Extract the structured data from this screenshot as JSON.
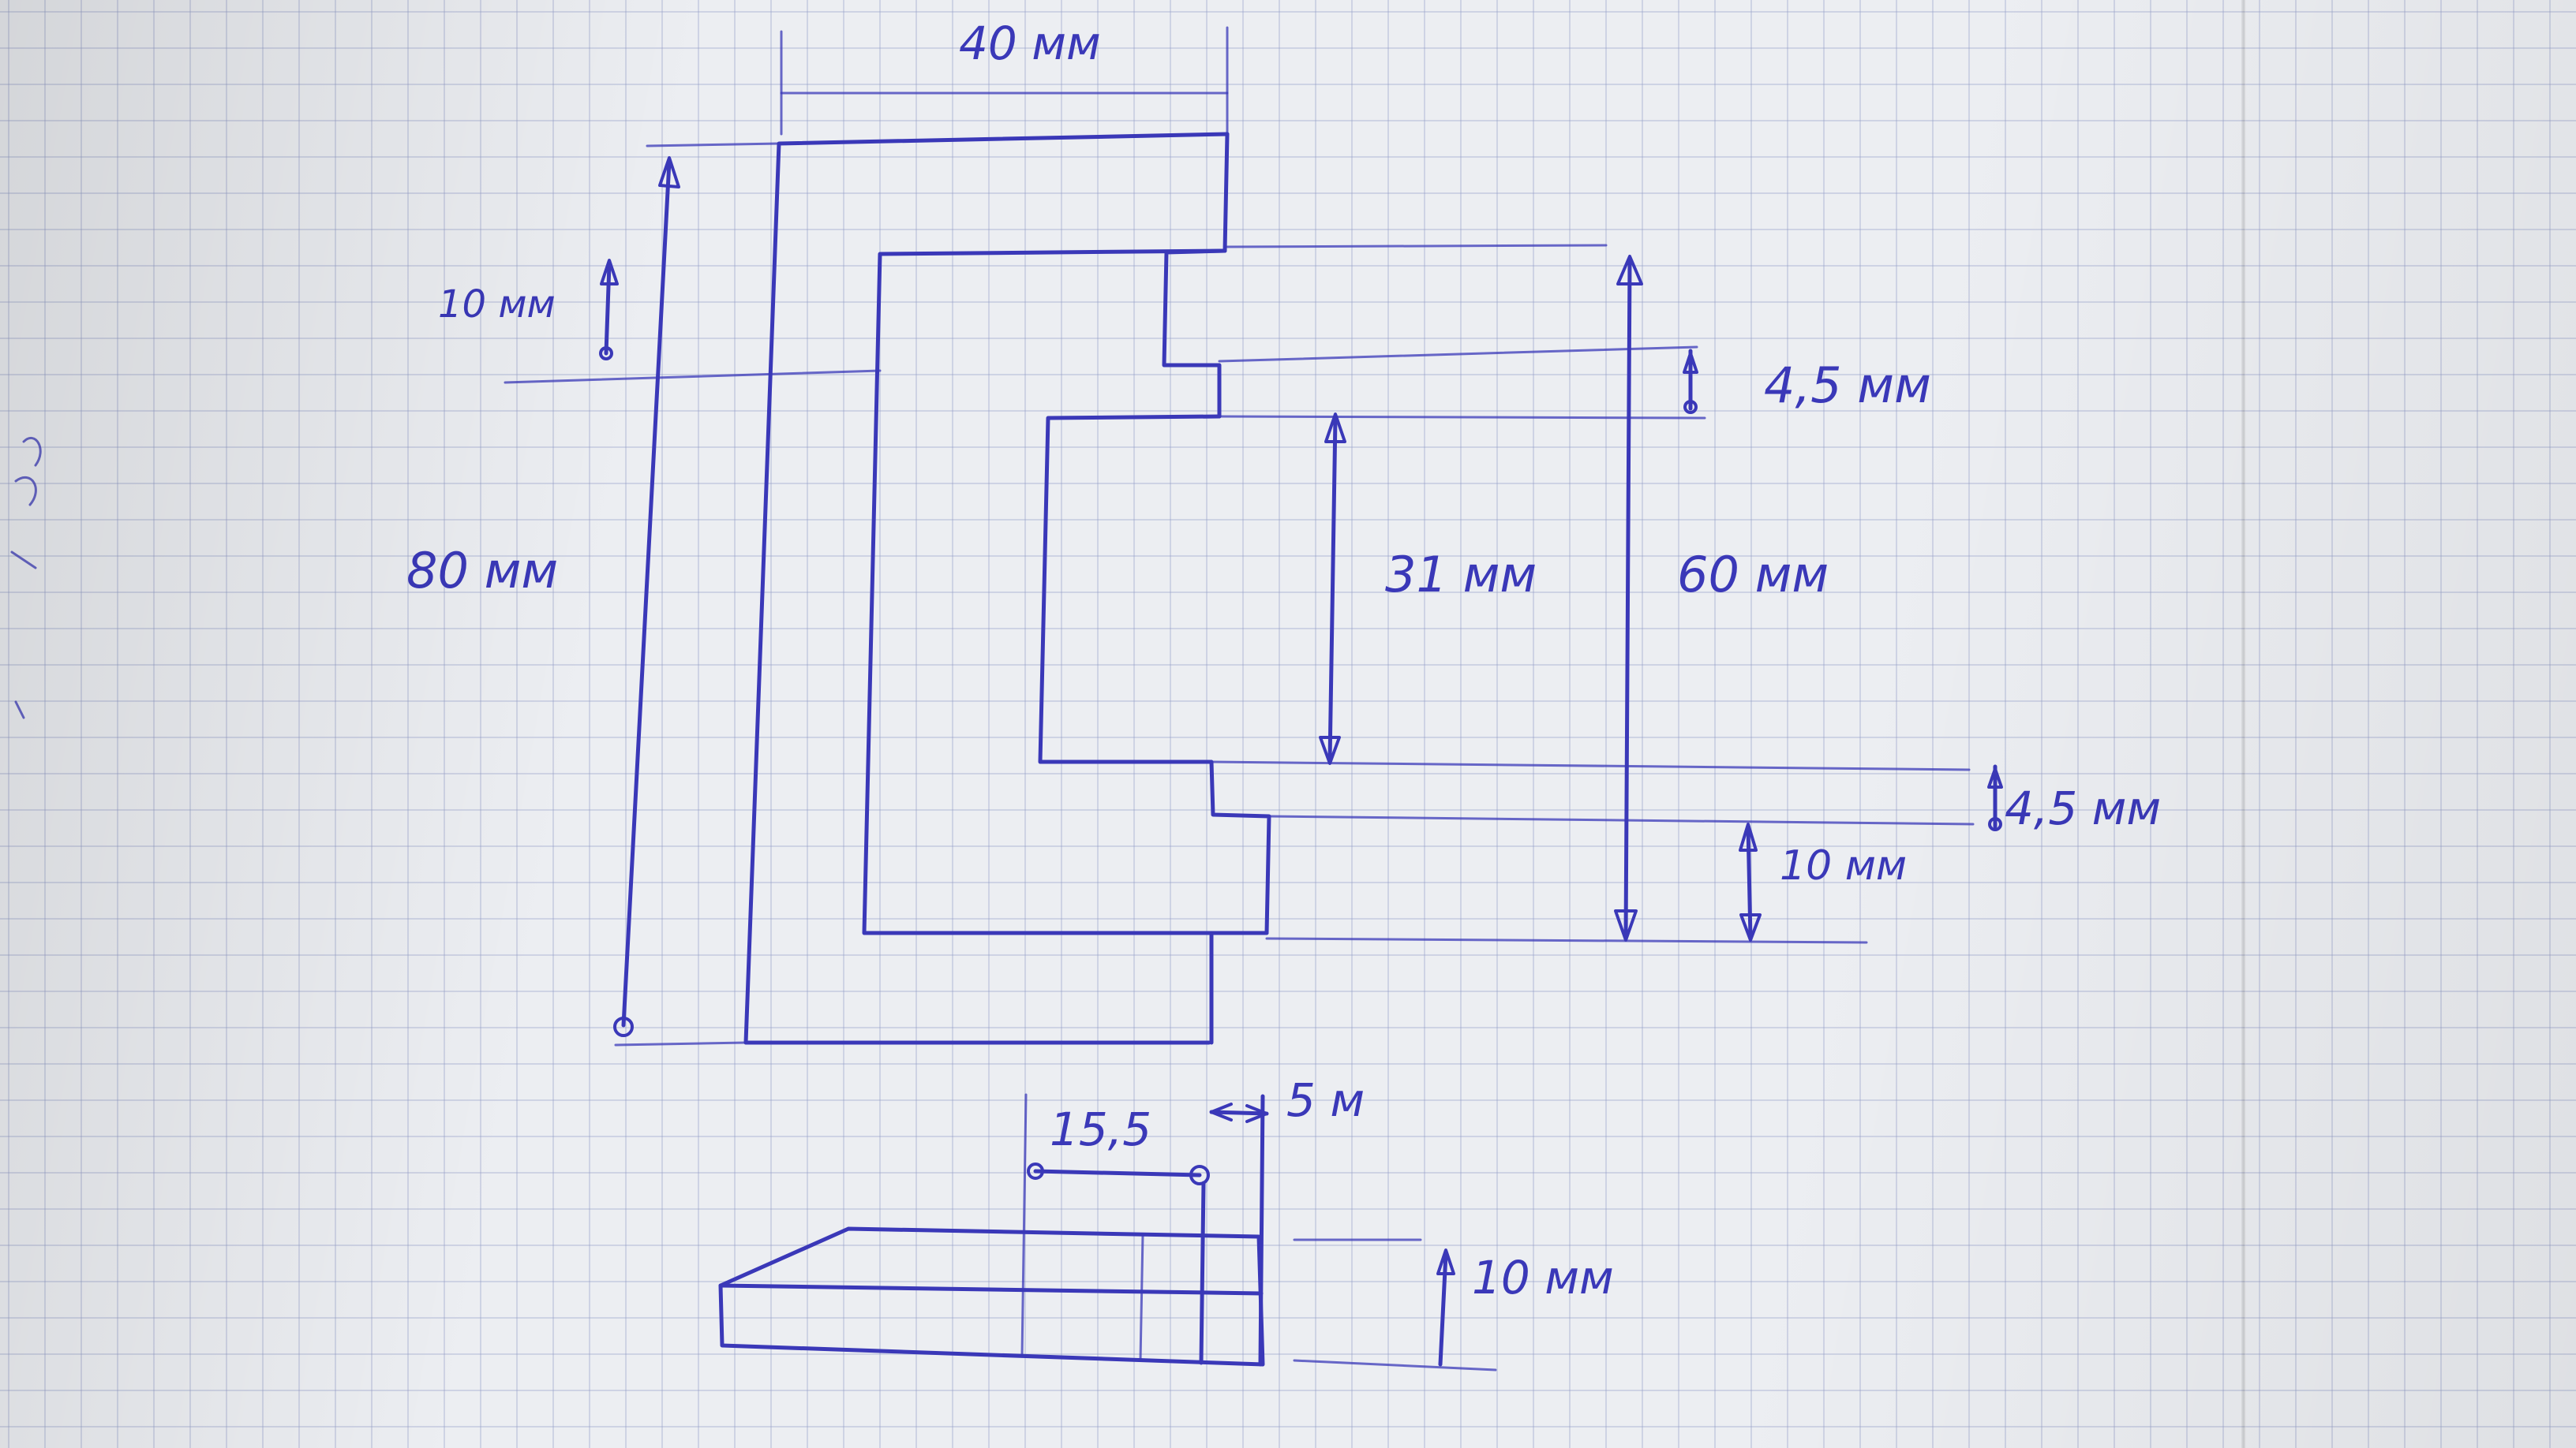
{
  "ink_color": "#3a38b8",
  "paper_color": "#eceef2",
  "grid_color": "#96a0c8",
  "dimensions": {
    "top_width": "40 мм",
    "total_height": "80 мм",
    "flange_height": "10 мм",
    "step_upper": "4,5 мм",
    "inner_gap": "31 мм",
    "inner_height": "60 мм",
    "step_lower": "4,5 мм",
    "lower_flange": "10 мм",
    "base_offset": "15,5",
    "base_step": "5 м",
    "base_thickness": "10 мм"
  }
}
